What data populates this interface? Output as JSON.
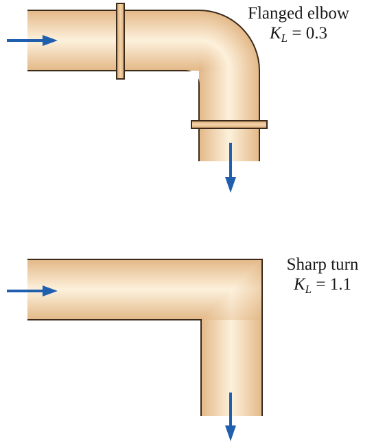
{
  "elbow": {
    "title": "Flanged elbow",
    "coef_symbol": "K",
    "coef_subscript": "L",
    "coef_value": "= 0.3"
  },
  "sharp": {
    "title": "Sharp turn",
    "coef_symbol": "K",
    "coef_subscript": "L",
    "coef_value": "= 1.1"
  },
  "colors": {
    "pipe_light": "#fdf1dc",
    "pipe_mid": "#f3d3a9",
    "pipe_dark": "#d9a874",
    "outline": "#3a2a1a",
    "arrow": "#1f5fae"
  }
}
